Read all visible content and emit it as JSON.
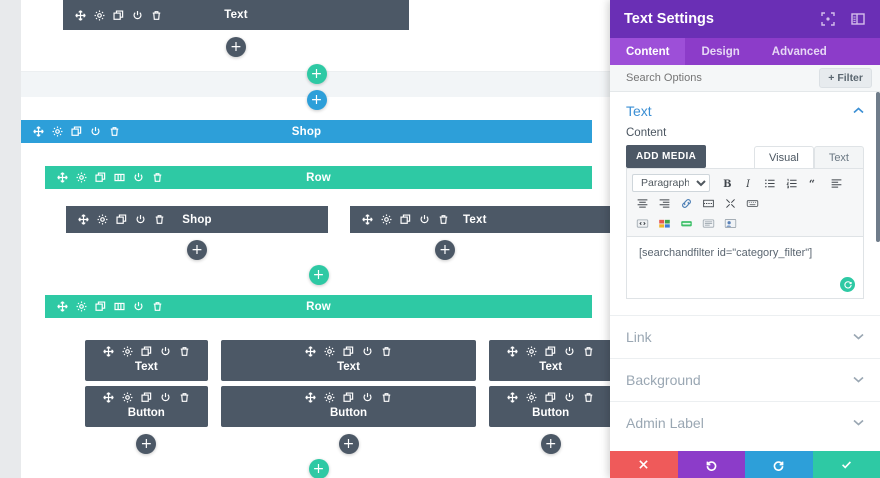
{
  "canvas": {
    "top_module": {
      "label": "Text",
      "icons": [
        "move-icon",
        "gear-icon",
        "duplicate-icon",
        "power-icon",
        "trash-icon"
      ]
    },
    "add_module_label": "+",
    "add_row_label": "+",
    "add_section_label": "+",
    "sections": [
      {
        "name": "shop-section",
        "label": "Shop",
        "color": "#2d9fd9",
        "icons": [
          "move-icon",
          "gear-icon",
          "duplicate-icon",
          "power-icon",
          "trash-icon"
        ],
        "rows": [
          {
            "label": "Row",
            "color": "#2ec9a4",
            "icons": [
              "move-icon",
              "gear-icon",
              "duplicate-icon",
              "columns-icon",
              "power-icon",
              "trash-icon"
            ],
            "columns": [
              {
                "modules": [
                  {
                    "label": "Shop"
                  }
                ]
              },
              {
                "modules": [
                  {
                    "label": "Text"
                  }
                ]
              }
            ]
          },
          {
            "label": "Row",
            "color": "#2ec9a4",
            "icons": [
              "move-icon",
              "gear-icon",
              "duplicate-icon",
              "columns-icon",
              "power-icon",
              "trash-icon"
            ],
            "columns": [
              {
                "modules": [
                  {
                    "label": "Text"
                  },
                  {
                    "label": "Button"
                  }
                ]
              },
              {
                "modules": [
                  {
                    "label": "Text"
                  },
                  {
                    "label": "Button"
                  }
                ]
              },
              {
                "modules": [
                  {
                    "label": "Text"
                  },
                  {
                    "label": "Button"
                  }
                ]
              }
            ]
          }
        ]
      }
    ]
  },
  "panel": {
    "title": "Text Settings",
    "header_icons": [
      "focus-icon",
      "layout-panel-icon"
    ],
    "tabs": [
      {
        "label": "Content",
        "active": true
      },
      {
        "label": "Design",
        "active": false
      },
      {
        "label": "Advanced",
        "active": false
      }
    ],
    "search": {
      "placeholder": "Search Options",
      "value": ""
    },
    "filter_button": "+ Filter",
    "text_section": {
      "title": "Text",
      "chevron": "˄",
      "content_label": "Content",
      "add_media_button": "ADD MEDIA",
      "editor_tabs": [
        {
          "label": "Visual",
          "active": true
        },
        {
          "label": "Text",
          "active": false
        }
      ],
      "format_select": "Paragraph",
      "toolbar_row1": [
        "bold-icon",
        "italic-icon",
        "bulleted-list-icon",
        "numbered-list-icon",
        "blockquote-icon",
        "align-left-icon"
      ],
      "toolbar_row2": [
        "align-center-icon",
        "align-right-icon",
        "link-icon",
        "read-more-icon",
        "fullscreen-icon",
        "keyboard-shortcuts-icon"
      ],
      "toolbar_row3": [
        "shortcode-icon",
        "table-icon",
        "button-icon",
        "form-icon",
        "user-icon"
      ],
      "content_value": "[searchandfilter id=\"category_filter\"]",
      "reload_icon": "reload-icon"
    },
    "accordions": [
      {
        "label": "Link"
      },
      {
        "label": "Background"
      },
      {
        "label": "Admin Label"
      }
    ],
    "footer": [
      {
        "name": "cancel",
        "icon": "close-icon",
        "color": "#ef5a5a"
      },
      {
        "name": "undo",
        "icon": "undo-icon",
        "color": "#8c3cc9"
      },
      {
        "name": "redo",
        "icon": "redo-icon",
        "color": "#2d9fd9"
      },
      {
        "name": "save",
        "icon": "check-icon",
        "color": "#2ec9a4"
      }
    ]
  },
  "colors": {
    "section_blue": "#2d9fd9",
    "row_green": "#2ec9a4",
    "module_slate": "#4c5866",
    "panel_purple": "#6a2fb5",
    "tabs_purple": "#8c3cc9",
    "cancel_red": "#ef5a5a"
  }
}
